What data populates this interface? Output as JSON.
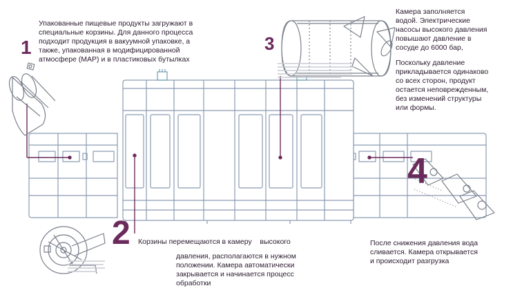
{
  "colors": {
    "accent": "#6b2a5c",
    "line": "#8a9bb2",
    "text": "#2a1a2e"
  },
  "steps": [
    {
      "number": "1",
      "lines": [
        "Упакованные пищевые продукты загружают в",
        "специальные корзины. Для данного процесса",
        "подходит продукция в вакуумной упаковке, а",
        "также, упакованная в модифицированной",
        "атмосфере (MAP) и в пластиковых бутылках"
      ]
    },
    {
      "number": "2",
      "lines": [
        "Корзины перемещаются в камеру    высокого",
        "давления, располагаются в нужном",
        "положении. Камера автоматически",
        "закрывается и начинается процесс",
        "обработки"
      ]
    },
    {
      "number": "3",
      "lines": [
        "Камера заполняется",
        "водой. Электрические",
        "насосы высокого давления",
        "повышают давление в",
        "сосуде до 6000 бар,",
        "",
        "Поскольку давление",
        "прикладывается одинаково",
        "со всех сторон, продукт",
        "остается неповрежденным,",
        "без изменений структуры",
        "или формы."
      ]
    },
    {
      "number": "4",
      "lines": [
        "После снижения давления вода",
        "сливается. Камера открывается",
        "и происходит разгрузка"
      ]
    }
  ]
}
